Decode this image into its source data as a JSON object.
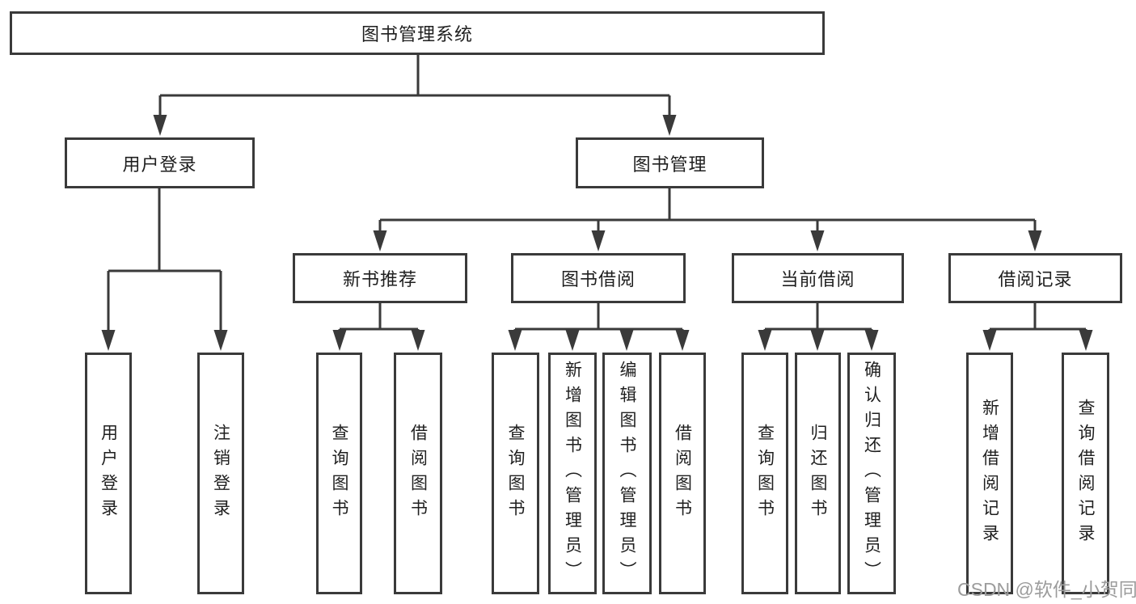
{
  "tree": {
    "label": "图书管理系统",
    "children": [
      {
        "label": "用户登录",
        "children": [
          {
            "label": "用户登录"
          },
          {
            "label": "注销登录"
          }
        ]
      },
      {
        "label": "图书管理",
        "children": [
          {
            "label": "新书推荐",
            "children": [
              {
                "label": "查询图书"
              },
              {
                "label": "借阅图书"
              }
            ]
          },
          {
            "label": "图书借阅",
            "children": [
              {
                "label": "查询图书"
              },
              {
                "label": "新增图书（管理员）"
              },
              {
                "label": "编辑图书（管理员）"
              },
              {
                "label": "借阅图书"
              }
            ]
          },
          {
            "label": "当前借阅",
            "children": [
              {
                "label": "查询图书"
              },
              {
                "label": "归还图书"
              },
              {
                "label": "确认归还（管理员）"
              }
            ]
          },
          {
            "label": "借阅记录",
            "children": [
              {
                "label": "新增借阅记录"
              },
              {
                "label": "查询借阅记录"
              }
            ]
          }
        ]
      }
    ]
  },
  "watermark": {
    "text": "CSDN @软件_小贺同学"
  },
  "colors": {
    "line": "#3a3a3a",
    "text": "#1f1f1f",
    "watermark": "#9c9c9c",
    "background": "#ffffff"
  }
}
